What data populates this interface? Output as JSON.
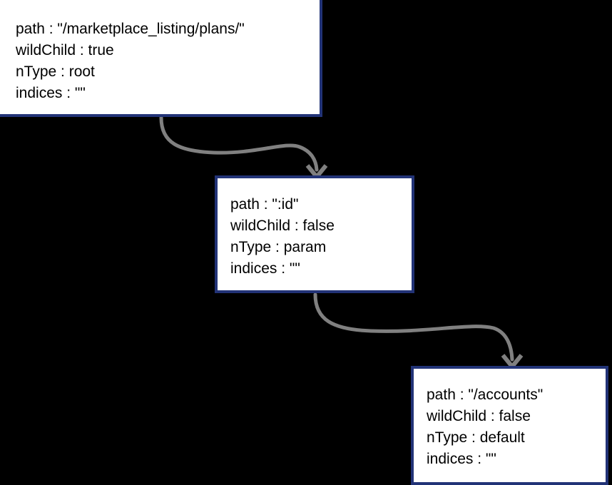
{
  "diagram": {
    "title": "router trie node diagram",
    "background_color": "#000000",
    "node_border_color": "#223377",
    "node_fill_color": "#ffffff",
    "connector_color": "#808080",
    "text_color": "#000000",
    "nodes": [
      {
        "id": "root",
        "lines": [
          "path : \"/marketplace_listing/plans/\"",
          "wildChild : true",
          "nType : root",
          "indices : \"\""
        ],
        "fields": {
          "path": "\"/marketplace_listing/plans/\"",
          "wildChild": "true",
          "nType": "root",
          "indices": "\"\""
        }
      },
      {
        "id": "param",
        "lines": [
          "path : \":id\"",
          "wildChild : false",
          "nType : param",
          "indices : \"\""
        ],
        "fields": {
          "path": "\":id\"",
          "wildChild": "false",
          "nType": "param",
          "indices": "\"\""
        }
      },
      {
        "id": "default",
        "lines": [
          "path : \"/accounts\"",
          "wildChild : false",
          "nType : default",
          "indices : \"\""
        ],
        "fields": {
          "path": "\"/accounts\"",
          "wildChild": "false",
          "nType": "default",
          "indices": "\"\""
        }
      }
    ],
    "edges": [
      {
        "id": "root-to-param",
        "from": "root",
        "to": "param",
        "style": "curved-arrow"
      },
      {
        "id": "param-to-default",
        "from": "param",
        "to": "default",
        "style": "curved-arrow"
      }
    ]
  }
}
